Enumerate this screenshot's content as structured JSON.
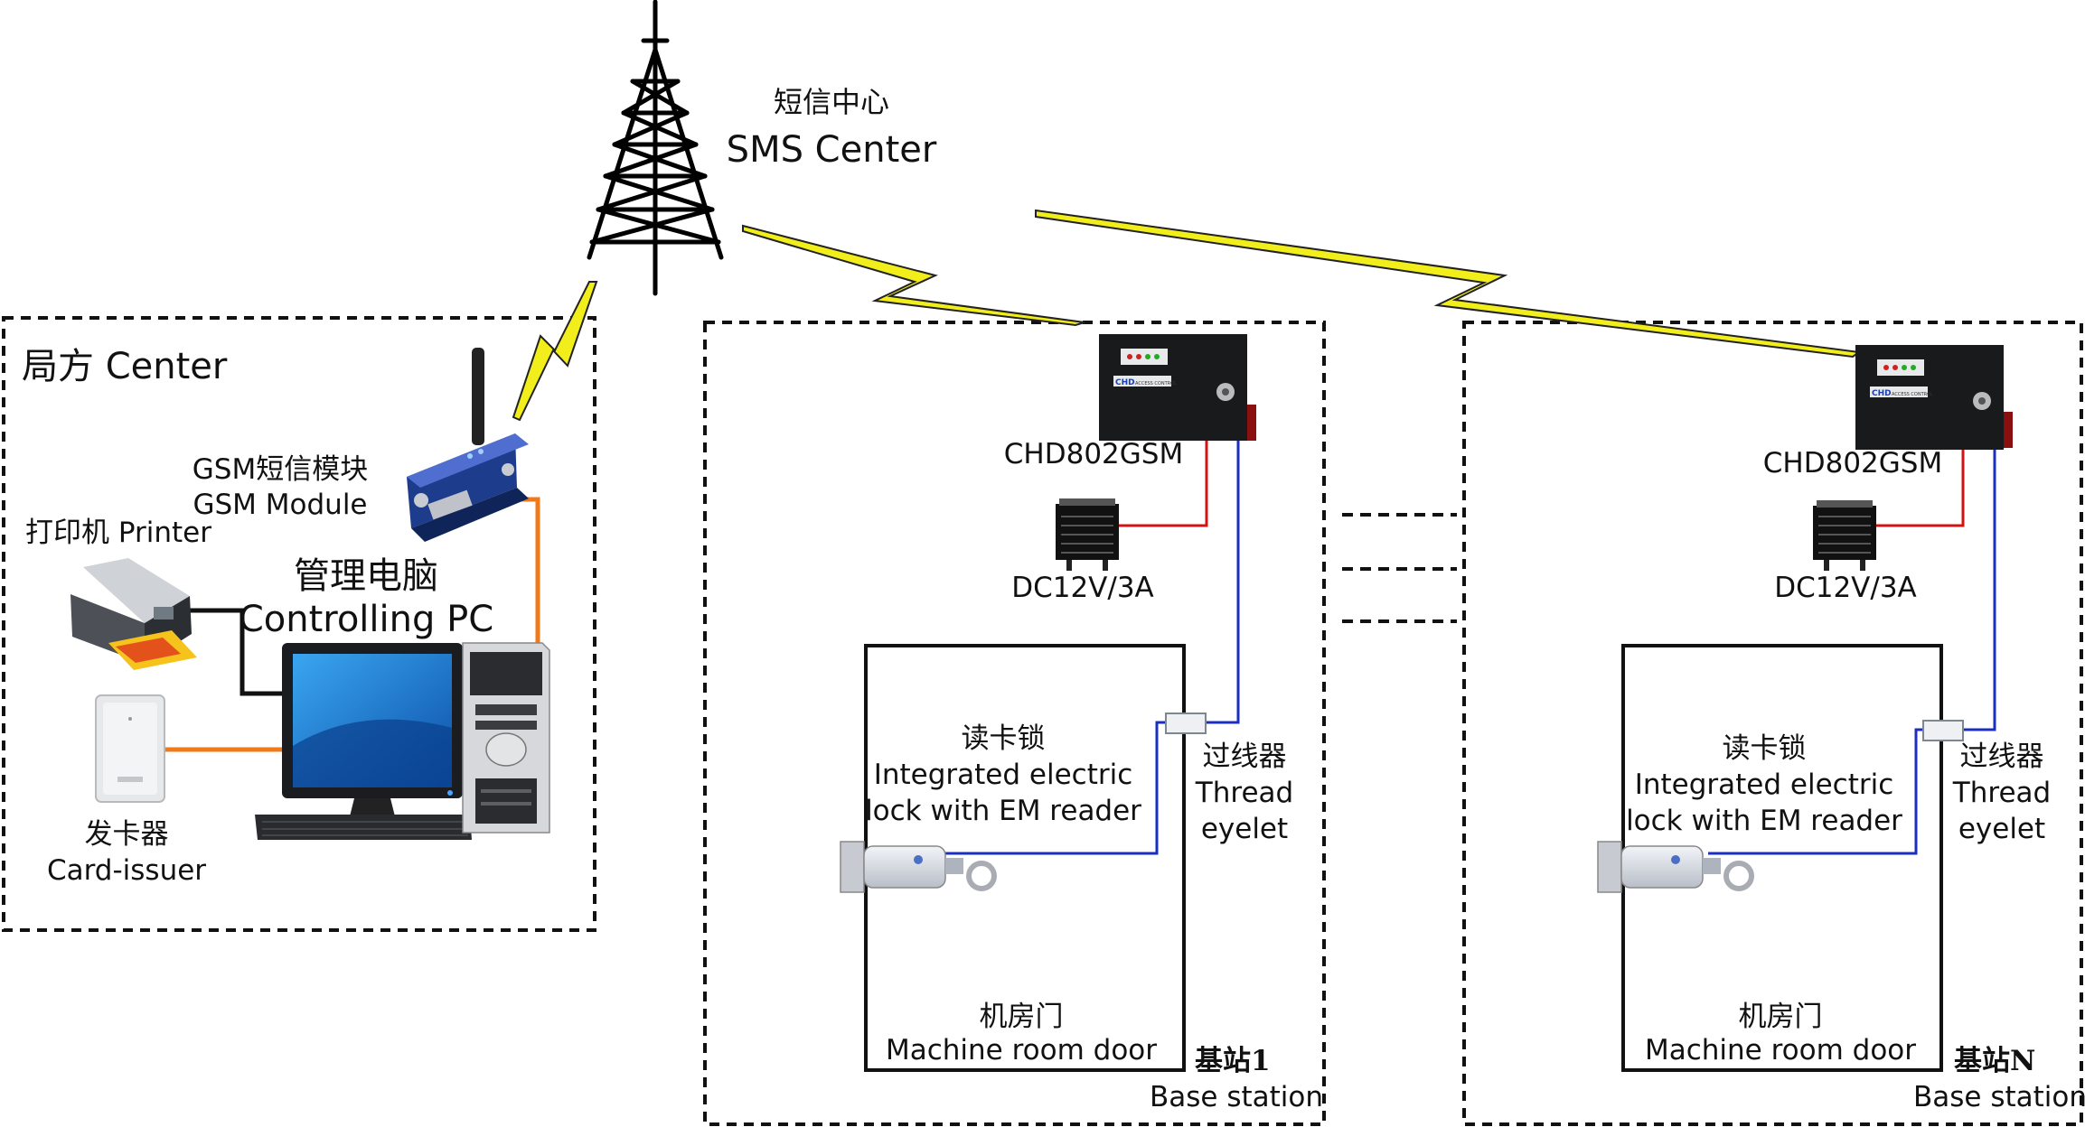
{
  "tower": {
    "cn": "短信中心",
    "en": "SMS Center"
  },
  "center": {
    "title": "局方 Center",
    "gsm_module": {
      "cn": "GSM短信模块",
      "en": "GSM Module"
    },
    "printer": "打印机 Printer",
    "pc": {
      "cn": "管理电脑",
      "en": "Controlling PC"
    },
    "card_issuer": {
      "cn": "发卡器",
      "en": "Card-issuer"
    }
  },
  "stations": [
    {
      "controller": "CHD802GSM",
      "power": "DC12V/3A",
      "lock": {
        "cn": "读卡锁",
        "en1": "Integrated electric",
        "en2": "lock with EM reader"
      },
      "eyelet": {
        "cn": "过线器",
        "en1": "Thread",
        "en2": "eyelet"
      },
      "door": {
        "cn": "机房门",
        "en": "Machine room door"
      },
      "station": {
        "cn": "基站1",
        "en": "Base station"
      }
    },
    {
      "controller": "CHD802GSM",
      "power": "DC12V/3A",
      "lock": {
        "cn": "读卡锁",
        "en1": "Integrated electric",
        "en2": "lock with EM reader"
      },
      "eyelet": {
        "cn": "过线器",
        "en1": "Thread",
        "en2": "eyelet"
      },
      "door": {
        "cn": "机房门",
        "en": "Machine room door"
      },
      "station": {
        "cn": "基站N",
        "en": "Base station"
      }
    }
  ],
  "device_text": {
    "controller_logo": "CHD",
    "controller_brand": "ACCESS CONTROL"
  },
  "colors": {
    "lightning": "#f2ee1c",
    "power_wire": "#d01414",
    "signal_wire": "#1a2fc0",
    "serial_cable": "#f07a1a"
  }
}
